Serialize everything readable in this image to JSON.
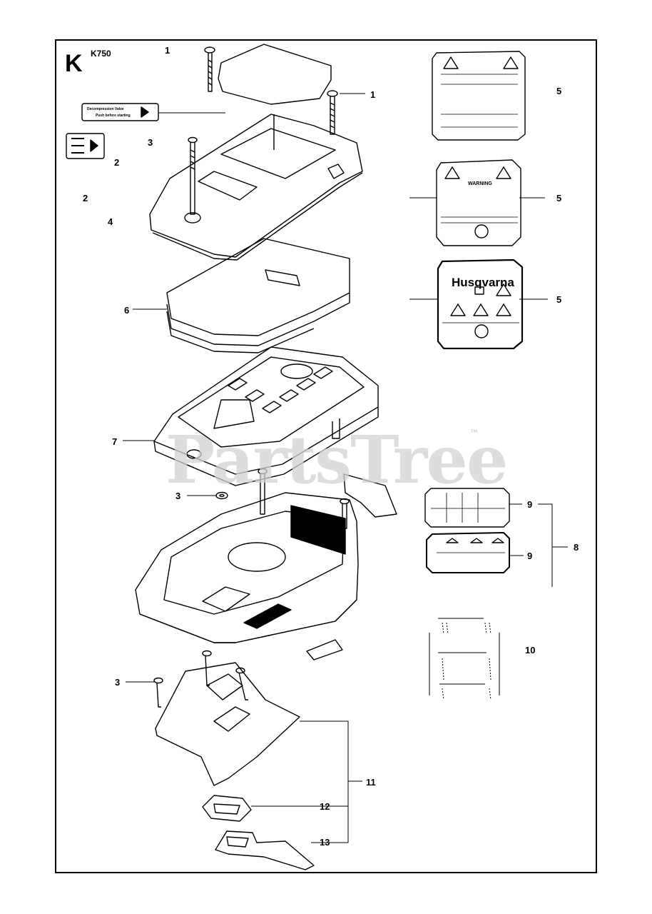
{
  "page": {
    "section_letter": "K",
    "model": "K750",
    "watermark": "PartsTree",
    "watermark_tm": "™",
    "brand_logo": "Husqvarna",
    "decal_text_1": "Decompression Valve",
    "decal_text_2": "Push before starting",
    "warning_text": "WARNING"
  },
  "callouts": [
    {
      "id": "c1a",
      "text": "1"
    },
    {
      "id": "c1b",
      "text": "1"
    },
    {
      "id": "c2a",
      "text": "2"
    },
    {
      "id": "c2b",
      "text": "2"
    },
    {
      "id": "c3a",
      "text": "3"
    },
    {
      "id": "c3b",
      "text": "3"
    },
    {
      "id": "c3c",
      "text": "3"
    },
    {
      "id": "c4",
      "text": "4"
    },
    {
      "id": "c5a",
      "text": "5"
    },
    {
      "id": "c5b",
      "text": "5"
    },
    {
      "id": "c5c",
      "text": "5"
    },
    {
      "id": "c6",
      "text": "6"
    },
    {
      "id": "c7",
      "text": "7"
    },
    {
      "id": "c8",
      "text": "8"
    },
    {
      "id": "c9a",
      "text": "9"
    },
    {
      "id": "c9b",
      "text": "9"
    },
    {
      "id": "c10",
      "text": "10"
    },
    {
      "id": "c11",
      "text": "11"
    },
    {
      "id": "c12",
      "text": "12"
    },
    {
      "id": "c13",
      "text": "13"
    }
  ]
}
